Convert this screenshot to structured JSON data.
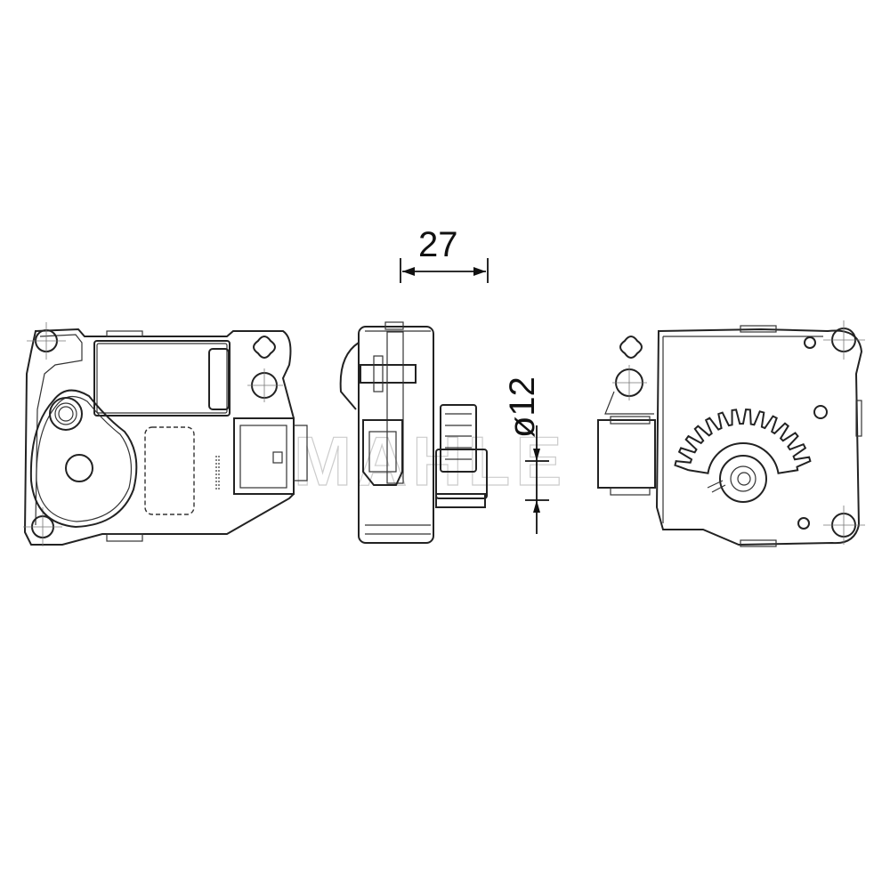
{
  "drawing": {
    "views": [
      "front-view",
      "side-view",
      "rear-view"
    ],
    "watermark": "MAHLE",
    "dimensions": {
      "width_label": "27",
      "diameter_label": "ø12"
    },
    "colors": {
      "line": "#222222",
      "background": "#ffffff"
    }
  }
}
